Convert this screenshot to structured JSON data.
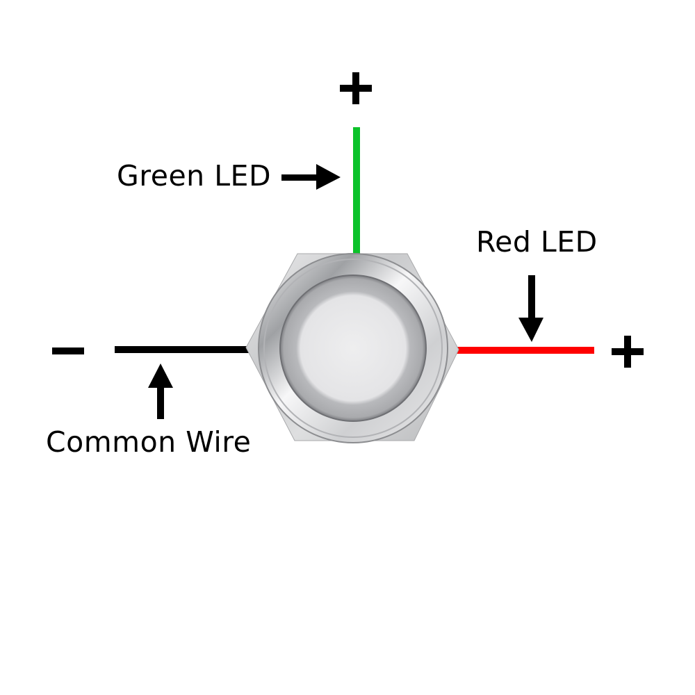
{
  "diagram": {
    "title": "Bi-color LED push button wiring",
    "labels": {
      "green_led": "Green LED",
      "red_led": "Red LED",
      "common_wire": "Common Wire"
    },
    "terminals": {
      "green_polarity": "+",
      "red_polarity": "+",
      "common_polarity": "−"
    },
    "colors": {
      "green_wire": "#0cc22a",
      "red_wire": "#ff0000",
      "common_wire": "#000000",
      "text": "#000000",
      "background": "#ffffff"
    },
    "component": "stainless steel LED push button (hex nut, frosted lens)"
  }
}
